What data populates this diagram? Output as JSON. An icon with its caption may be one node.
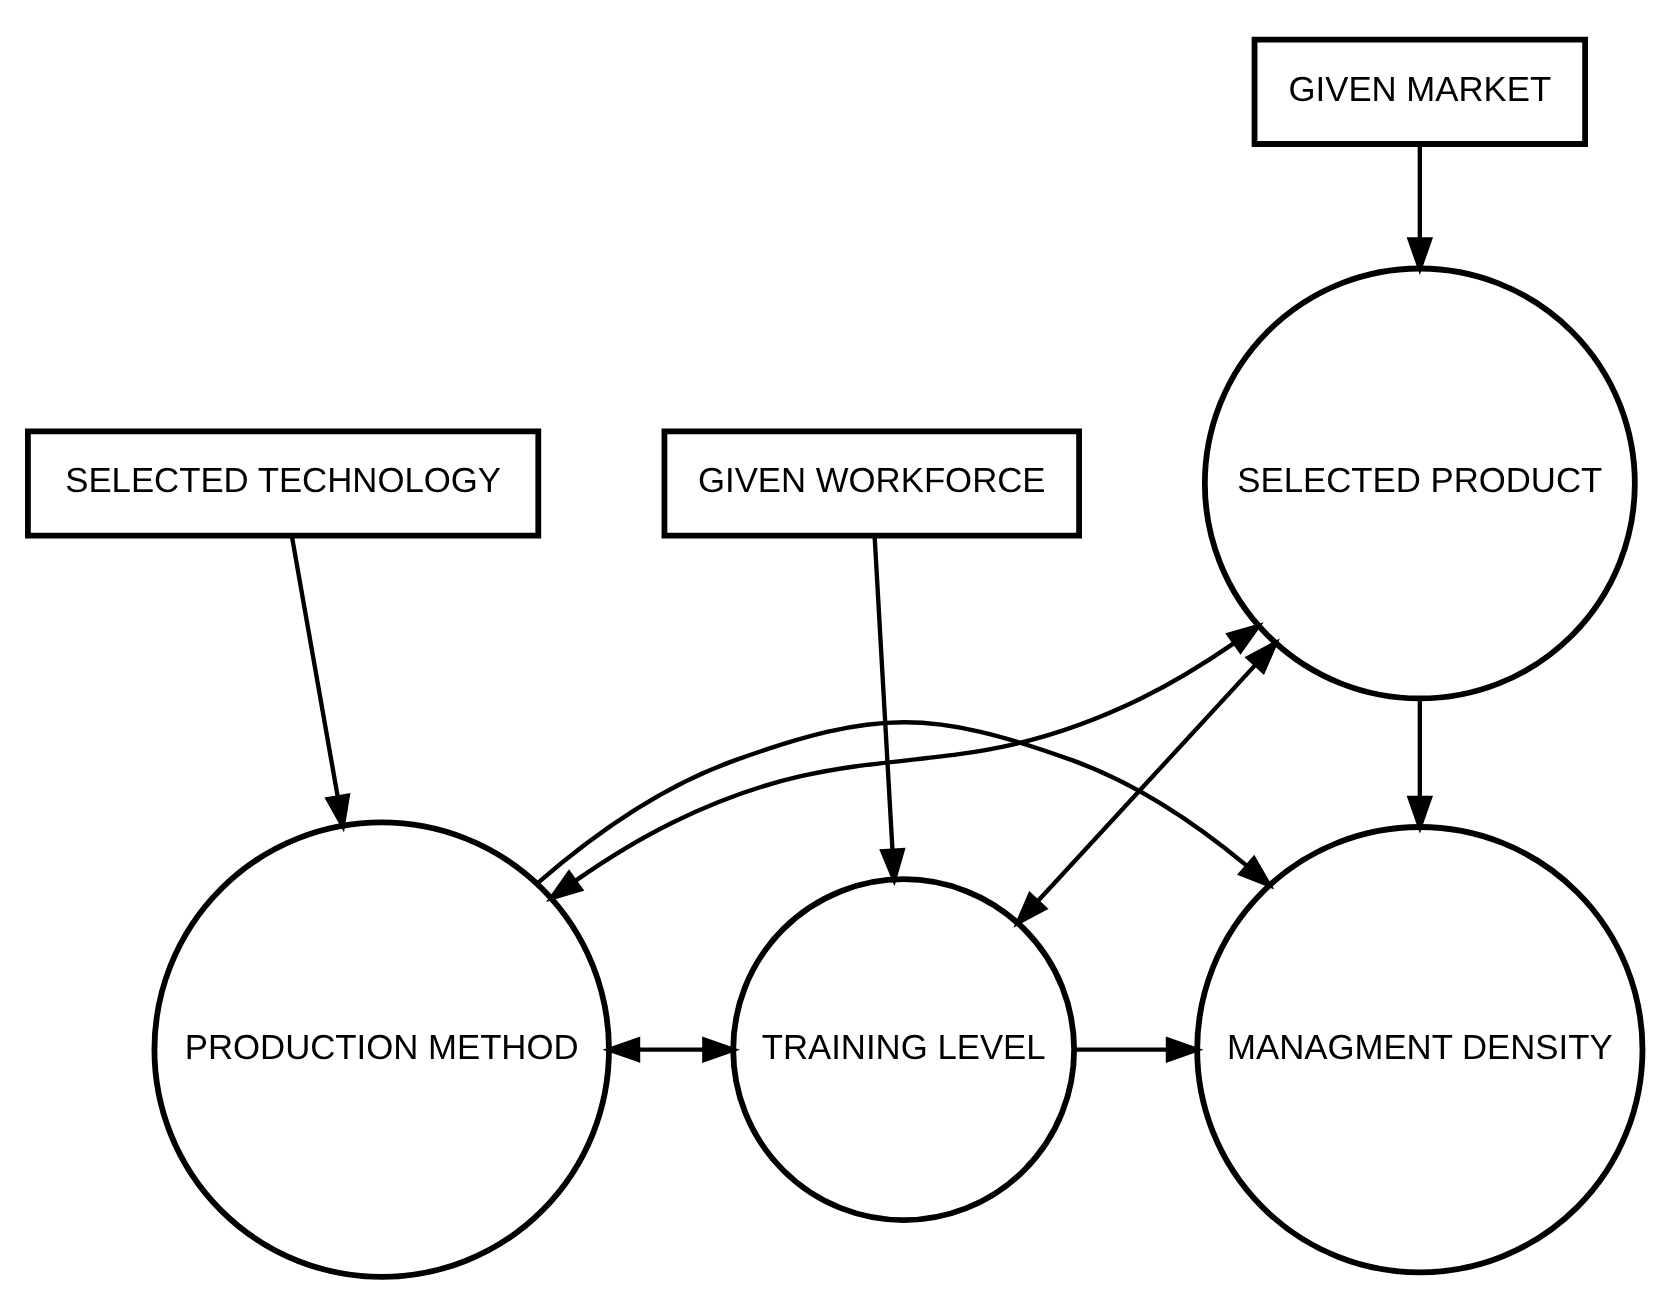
{
  "diagram": {
    "nodes": [
      {
        "text": [
          "GIVEN MARKET"
        ]
      },
      {
        "text": [
          "SELECTED PRODUCT"
        ]
      },
      {
        "text": [
          "MANAGMENT DENSITY"
        ]
      },
      {
        "text": [
          "PRODUCTION METHOD"
        ]
      },
      {
        "text": [
          "TRAINING LEVEL"
        ]
      },
      {
        "text": [
          "SELECTED TECHNOLOGY"
        ]
      },
      {
        "text": [
          "GIVEN WORKFORCE"
        ]
      }
    ],
    "edges": [
      {
        "from": 0,
        "to": 1,
        "arrow": "to"
      },
      {
        "from": 1,
        "to": 2,
        "arrow": "to"
      },
      {
        "from": 1,
        "to": 3,
        "arrow": "both"
      },
      {
        "from": 1,
        "to": 4,
        "arrow": "both"
      },
      {
        "from": 3,
        "to": 2,
        "arrow": "to"
      },
      {
        "from": 4,
        "to": 2,
        "arrow": "to"
      },
      {
        "from": 3,
        "to": 4,
        "arrow": "both"
      },
      {
        "from": 5,
        "to": 3,
        "arrow": "to"
      },
      {
        "from": 6,
        "to": 4,
        "arrow": "to"
      }
    ]
  }
}
